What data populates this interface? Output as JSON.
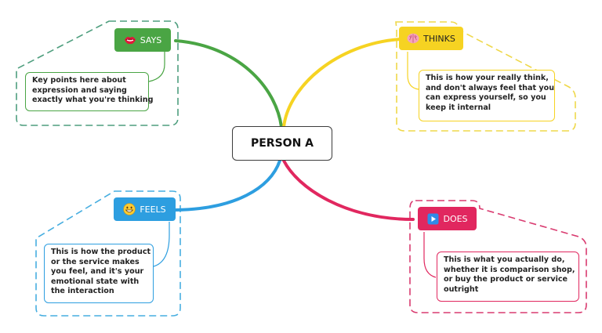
{
  "center": {
    "label": "PERSON A"
  },
  "branches": {
    "says": {
      "label": "SAYS",
      "icon": "lips-icon",
      "color": "#4aa544",
      "note": [
        "Key points here about",
        "expression and saying",
        "exactly what you're thinking"
      ]
    },
    "thinks": {
      "label": "THINKS",
      "icon": "brain-icon",
      "color": "#f6d322",
      "note": [
        "This is how your really think,",
        "and don't always feel that you",
        "can express yourself, so you",
        "keep it internal"
      ]
    },
    "feels": {
      "label": "FEELS",
      "icon": "grin-face-icon",
      "color": "#2d9ee0",
      "note": [
        "This is how the product",
        "or the service makes",
        "you feel, and it's your",
        "emotional state with",
        "the interaction"
      ]
    },
    "does": {
      "label": "DOES",
      "icon": "play-button-icon",
      "color": "#e1275f",
      "note": [
        "This is what you actually do,",
        "whether it is comparison shop,",
        "or buy the product or service",
        "outright"
      ]
    }
  }
}
